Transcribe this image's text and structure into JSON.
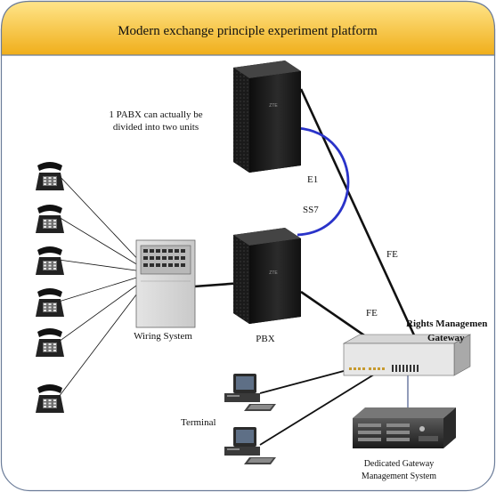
{
  "title": "Modern exchange principle experiment platform",
  "labels": {
    "pabx_note_line1": "1 PABX can actually be",
    "pabx_note_line2": "divided into two units",
    "e1": "E1",
    "ss7": "SS7",
    "fe_upper": "FE",
    "fe_lower": "FE",
    "pbx": "PBX",
    "wiring_system": "Wiring System",
    "rights_gateway_line1": "Rights Managemen",
    "rights_gateway_line2": "Gateway",
    "terminal": "Terminal",
    "dedicated_line1": "Dedicated Gateway",
    "dedicated_line2": "Management System"
  },
  "rack_brand": "ZTE",
  "colors": {
    "header_top": "#ffe07a",
    "header_bottom": "#f2b21c",
    "border": "#6b7c99",
    "link_e1_ss7": "#2a33c9",
    "rack": "#1c1c1c"
  }
}
